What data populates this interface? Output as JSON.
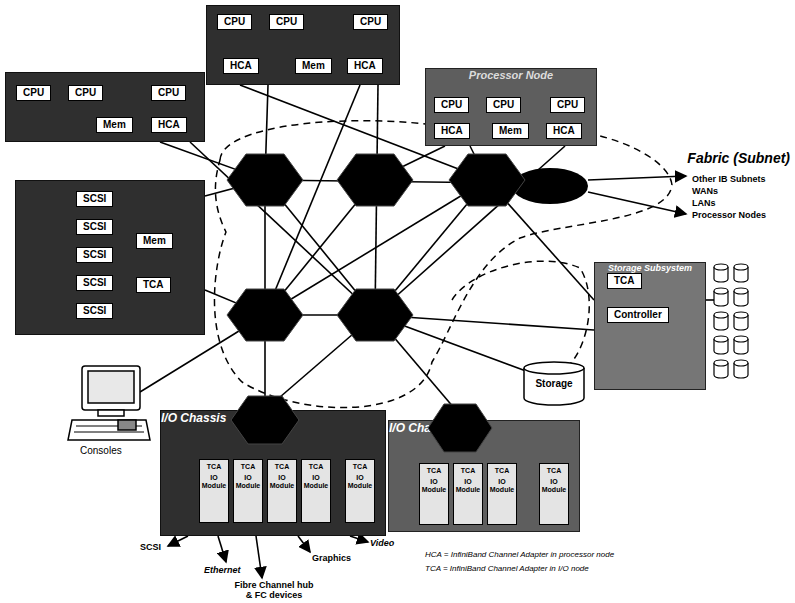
{
  "diagram": {
    "nodes": [
      {
        "text": []
      },
      {
        "text": [
          "CPU"
        ],
        "in": 0
      },
      {
        "text": [
          "CPU"
        ],
        "in": 0
      },
      {
        "text": [
          "CPU"
        ],
        "in": 0
      },
      {
        "text": [
          "Mem"
        ],
        "in": 0
      },
      {
        "text": [
          "HCA"
        ],
        "in": 0
      },
      {
        "text": []
      },
      {
        "text": [
          "CPU"
        ],
        "in": 6
      },
      {
        "text": [
          "CPU"
        ],
        "in": 6
      },
      {
        "text": [
          "CPU"
        ],
        "in": 6
      },
      {
        "text": [
          "HCA"
        ],
        "in": 6
      },
      {
        "text": [
          "Mem"
        ],
        "in": 6
      },
      {
        "text": [
          "HCA"
        ],
        "in": 6
      },
      {
        "text": [
          "Processor Node"
        ]
      },
      {
        "text": [
          "CPU"
        ],
        "in": 13
      },
      {
        "text": [
          "CPU"
        ],
        "in": 13
      },
      {
        "text": [
          "CPU"
        ],
        "in": 13
      },
      {
        "text": [
          "HCA"
        ],
        "in": 13
      },
      {
        "text": [
          "Mem"
        ],
        "in": 13
      },
      {
        "text": [
          "HCA"
        ],
        "in": 13
      },
      {
        "text": []
      },
      {
        "text": [
          "SCSI"
        ],
        "in": 20
      },
      {
        "text": [
          "SCSI"
        ],
        "in": 20
      },
      {
        "text": [
          "SCSI"
        ],
        "in": 20
      },
      {
        "text": [
          "SCSI"
        ],
        "in": 20
      },
      {
        "text": [
          "SCSI"
        ],
        "in": 20
      },
      {
        "text": [
          "Mem"
        ],
        "in": 20
      },
      {
        "text": [
          "TCA"
        ],
        "in": 20
      },
      {
        "text": [
          "Storage Subsystem"
        ]
      },
      {
        "text": [
          "TCA"
        ],
        "in": 28
      },
      {
        "text": [
          "Controller"
        ],
        "in": 28
      },
      {
        "text": [
          "Storage"
        ]
      },
      {
        "text": [
          "I/O Chassis"
        ]
      },
      {
        "text": [
          "TCA",
          "IO Module"
        ],
        "in": 32
      },
      {
        "text": [
          "TCA",
          "IO Module"
        ],
        "in": 32
      },
      {
        "text": [
          "TCA",
          "IO Module"
        ],
        "in": 32
      },
      {
        "text": [
          "TCA",
          "IO Module"
        ],
        "in": 32
      },
      {
        "text": [
          "TCA",
          "IO Module"
        ],
        "in": 32
      },
      {
        "text": [
          "I/O Chassis"
        ]
      },
      {
        "text": [
          "TCA",
          "IO Module"
        ],
        "in": 38
      },
      {
        "text": [
          "TCA",
          "IO Module"
        ],
        "in": 38
      },
      {
        "text": [
          "TCA",
          "IO Module"
        ],
        "in": 38
      },
      {
        "text": [
          "TCA",
          "IO Module"
        ],
        "in": 38
      }
    ],
    "labels": [
      "Fabric (Subnet)",
      "Other IB Subnets",
      "WANs",
      "LANs",
      "Processor Nodes",
      "Consoles",
      "SCSI",
      "Ethernet",
      "Fibre Channel hub & FC devices",
      "Graphics",
      "Video",
      "HCA = InfiniBand Channel Adapter in processor node",
      "TCA = InfiniBand Channel Adapter in I/O node"
    ]
  }
}
